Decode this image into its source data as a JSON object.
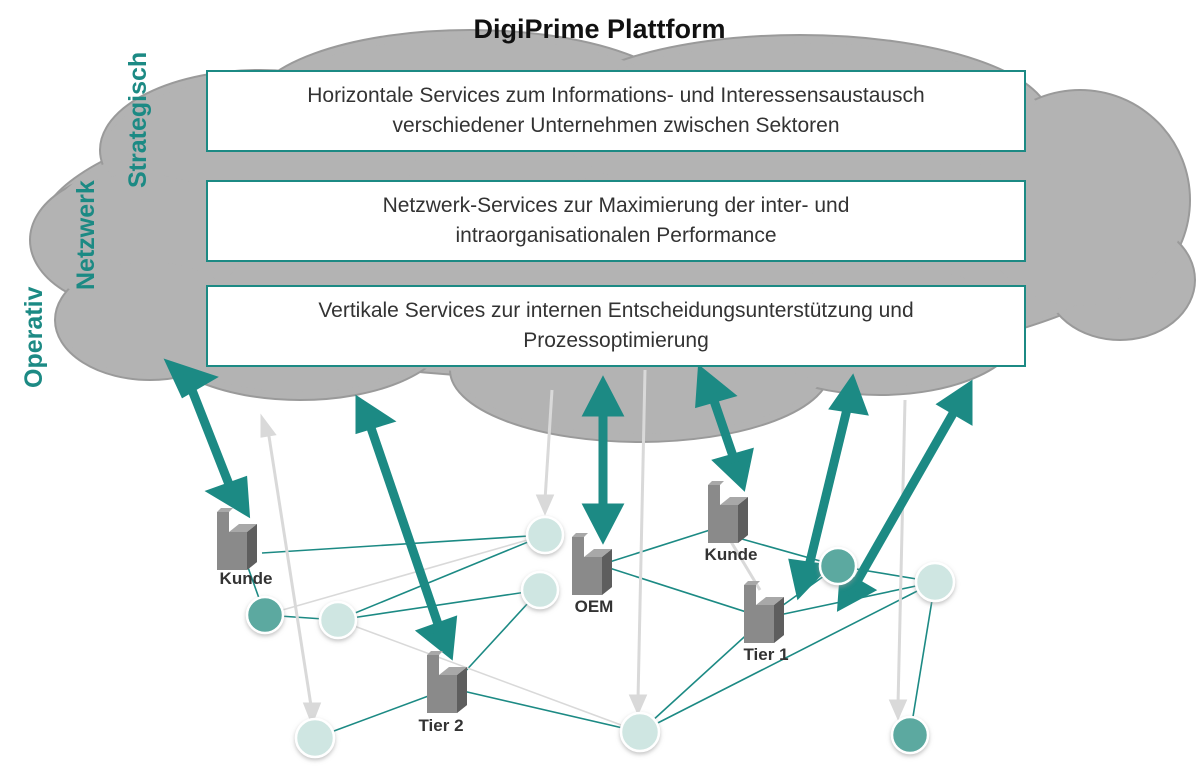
{
  "title": "DigiPrime Plattform",
  "levels": {
    "strategic": "Strategisch",
    "network": "Netzwerk",
    "operative": "Operativ"
  },
  "services": [
    {
      "line1": "Horizontale Services zum Informations- und Interessensaustausch",
      "line2": "verschiedener Unternehmen zwischen Sektoren"
    },
    {
      "line1": "Netzwerk-Services zur Maximierung der inter- und",
      "line2": "intraorganisationalen Performance"
    },
    {
      "line1": "Vertikale Services zur internen Entscheidungsunterstützung und",
      "line2": "Prozessoptimierung"
    }
  ],
  "factories": [
    {
      "id": "kunde1",
      "label": "Kunde"
    },
    {
      "id": "oem",
      "label": "OEM"
    },
    {
      "id": "kunde2",
      "label": "Kunde"
    },
    {
      "id": "tier1",
      "label": "Tier 1"
    },
    {
      "id": "tier2",
      "label": "Tier 2"
    }
  ],
  "colors": {
    "teal": "#1c8a84",
    "cloud": "#b3b3b3",
    "cloud_edge": "#9a9a9a",
    "node_light": "#cfe6e2",
    "node_dark": "#5ba9a0",
    "gray_arrow": "#d9d9d9",
    "factory": "#7f7f7f"
  }
}
